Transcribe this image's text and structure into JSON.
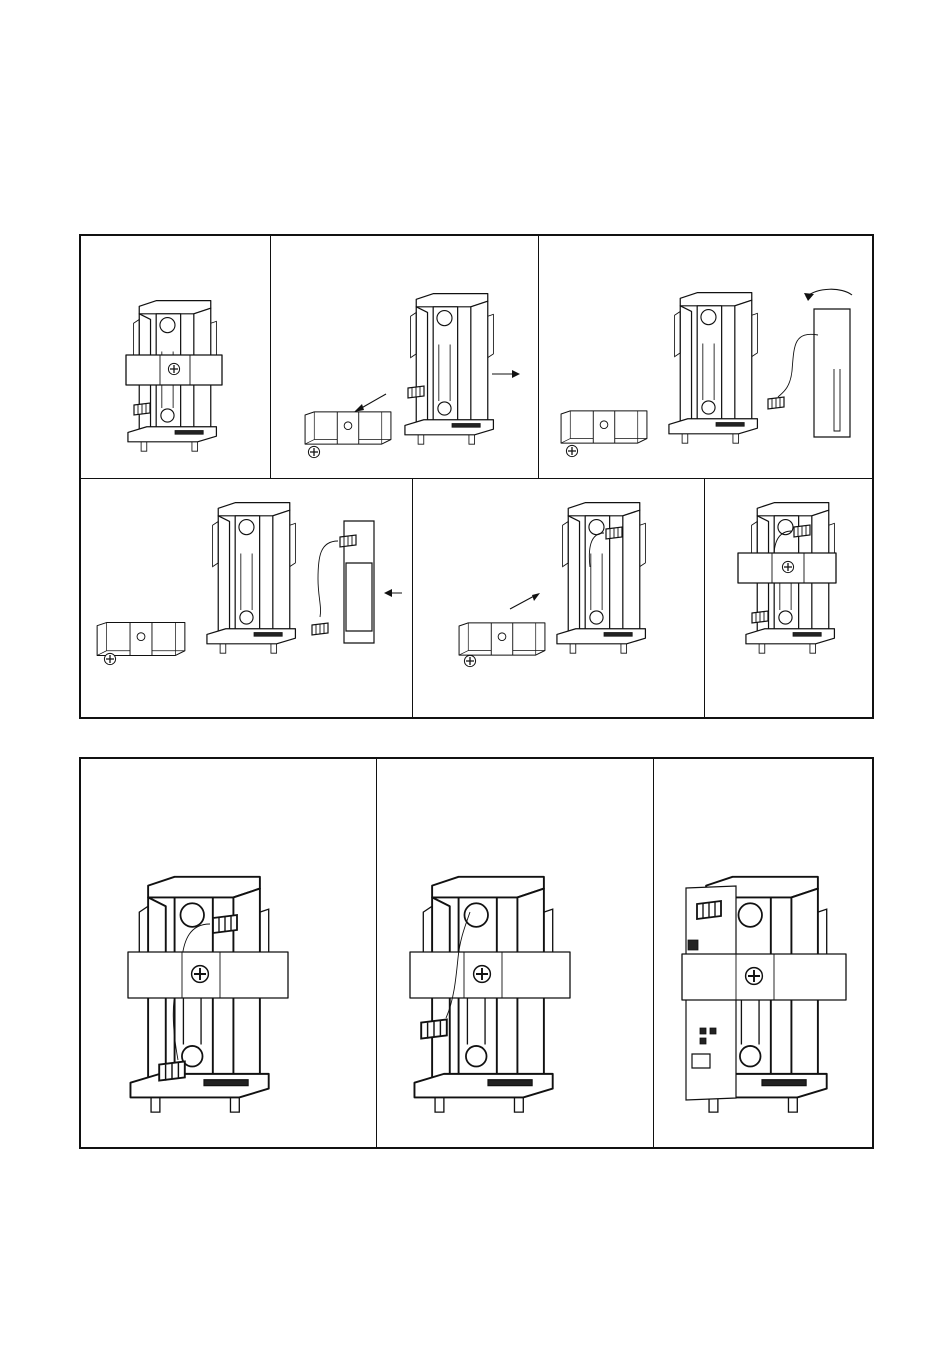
{
  "figures": {
    "top": {
      "steps": [
        {
          "id": "step-1",
          "content": "bracket-assembled"
        },
        {
          "id": "step-2",
          "content": "remove-cover"
        },
        {
          "id": "step-3",
          "content": "remove-cable-board"
        },
        {
          "id": "step-4",
          "content": "insert-cable-board"
        },
        {
          "id": "step-5",
          "content": "refit-cover"
        },
        {
          "id": "step-6",
          "content": "bracket-assembled-with-cable"
        }
      ]
    },
    "bottom": {
      "steps": [
        {
          "id": "variant-a",
          "content": "bracket-connector-bottom"
        },
        {
          "id": "variant-b",
          "content": "bracket-connector-side"
        },
        {
          "id": "variant-c",
          "content": "bracket-with-pcb"
        }
      ]
    }
  },
  "icons": [
    "screw-icon",
    "arrow-icon",
    "rotate-arrow-icon",
    "connector-icon",
    "pcb-icon"
  ]
}
